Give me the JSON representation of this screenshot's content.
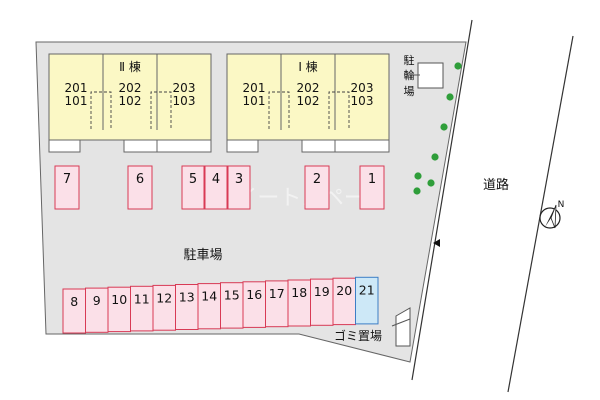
{
  "colors": {
    "lot": "#e4e4e4",
    "building": "#fbf8c5",
    "parking_space": "#fbe0e8",
    "parking_border": "#d83a55",
    "highlight_space": "#cde8f7",
    "highlight_border": "#3d7ec5",
    "tree": "#2f9e3a"
  },
  "buildings": [
    {
      "name": "Ⅱ 棟",
      "units": [
        {
          "top": "201",
          "bottom": "101"
        },
        {
          "top": "202",
          "bottom": "102"
        },
        {
          "top": "203",
          "bottom": "103"
        }
      ]
    },
    {
      "name": "Ⅰ 棟",
      "units": [
        {
          "top": "201",
          "bottom": "101"
        },
        {
          "top": "202",
          "bottom": "102"
        },
        {
          "top": "203",
          "bottom": "103"
        }
      ]
    }
  ],
  "parking_top": [
    "7",
    "6",
    "5",
    "4",
    "3",
    "2",
    "1"
  ],
  "parking_bottom": [
    "8",
    "9",
    "10",
    "11",
    "12",
    "13",
    "14",
    "15",
    "16",
    "17",
    "18",
    "19",
    "20",
    "21"
  ],
  "highlighted_space": "21",
  "labels": {
    "parking_lot": "駐車場",
    "bicycle_parking": [
      "駐",
      "輪",
      "場"
    ],
    "road": "道路",
    "garbage": "ゴミ置場",
    "north": "N"
  },
  "watermark": "スイートスペース",
  "icons": [
    "north-arrow-icon",
    "entrance-arrow-icon",
    "tree-icon"
  ]
}
